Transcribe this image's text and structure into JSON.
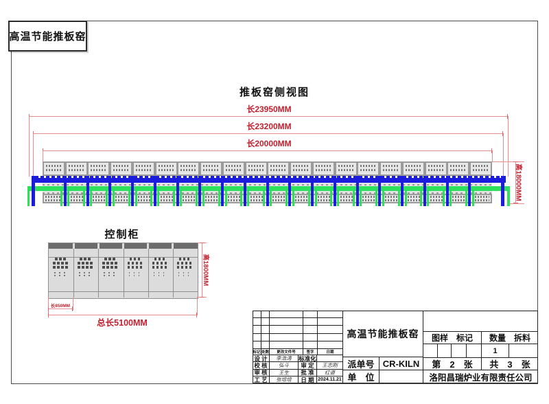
{
  "doc_title_box": "高温节能推板窑",
  "side_view": {
    "heading": "推板窑侧视图",
    "dim_length_outer": "长23950MM",
    "dim_length_mid": "长23200MM",
    "dim_length_inner": "长20000MM",
    "dim_height": "高18000MM",
    "segments": 20,
    "leg_count": 19
  },
  "cabinet": {
    "heading": "控制柜",
    "panel_count": 6,
    "dim_height": "高1800MM",
    "dim_panel": "长850MM",
    "dim_total": "总长5100MM"
  },
  "title_block": {
    "changes_header": [
      "标记",
      "处数",
      "更改文件号",
      "签字",
      "日期"
    ],
    "empty_change_rows": 5,
    "signature_rows": [
      {
        "label": "设 计",
        "name": "李浩涛",
        "label2": "标准化",
        "value": ""
      },
      {
        "label": "校 核",
        "name": "弘斗",
        "label2": "审 定",
        "value": "王志刚"
      },
      {
        "label": "审 核",
        "name": "王生",
        "label2": "批 准",
        "value": "红谌"
      },
      {
        "label": "工 艺",
        "name": "张培培",
        "label2": "日 期",
        "value": "2024.11.21"
      }
    ],
    "product_name": "高温节能推板窑",
    "order_label": "派单号",
    "order_value": "CR-KILN",
    "unit_label": "单　位",
    "unit_value": "",
    "stamp_left_header": "图样　标记",
    "stamp_right_header": "数量　拆料",
    "quantity": "1",
    "sheet_current": "第　2　张",
    "sheet_total": "共　3　张",
    "company": "洛阳昌瑞炉业有限责任公司"
  },
  "colors": {
    "dimension_text": "#c2202e",
    "dimension_line": "#e88c8c",
    "rail_blue": "#1c1cdc",
    "rail_green": "#2ee05c",
    "kiln_gray": "#9b9b9b",
    "panel_gray": "#e7e7e7",
    "cabinet_top": "#6c6c6c"
  }
}
